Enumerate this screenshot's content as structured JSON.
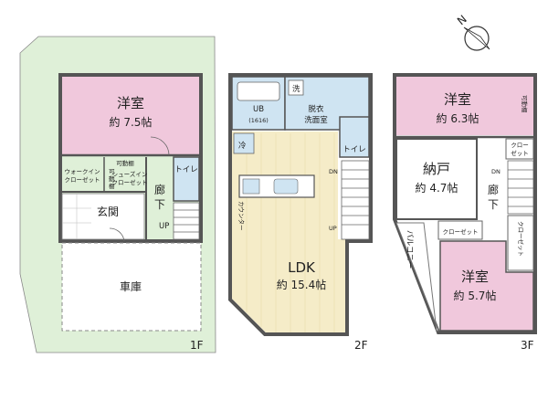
{
  "colors": {
    "western_room": "#f0c8dc",
    "ldk": "#f5ecc8",
    "wet_area": "#cfe4f2",
    "lot": "#dff0d8",
    "wall": "#555555"
  },
  "compass": {
    "label": "N"
  },
  "floors": [
    {
      "label": "1F",
      "rooms": {
        "western": {
          "name": "洋室",
          "size": "約 7.5帖"
        },
        "walkin": {
          "line1": "ウォークイン",
          "line2": "クローゼット"
        },
        "movable_shelf": "可動棚",
        "movable_shelf_small": [
          "可",
          "動",
          "棚"
        ],
        "shoe_closet": {
          "line1": "シューズイン",
          "line2": "クローゼット"
        },
        "entrance": "玄関",
        "toilet": "トイレ",
        "hallway": [
          "廊",
          "下"
        ],
        "up": "UP",
        "garage": "車庫"
      }
    },
    {
      "label": "2F",
      "rooms": {
        "bath": {
          "name": "UB",
          "size": "(1616)"
        },
        "washer": "洗",
        "dressing": {
          "line1": "脱衣",
          "line2": "洗面室"
        },
        "toilet": "トイレ",
        "fridge": "冷",
        "dn": "DN",
        "up": "UP",
        "counter": "カウンター",
        "ldk": {
          "name": "LDK",
          "size": "約 15.4帖"
        }
      }
    },
    {
      "label": "3F",
      "rooms": {
        "western_a": {
          "name": "洋室",
          "size": "約 6.3帖"
        },
        "movable_shelf": "可動棚",
        "closet_a": {
          "line1": "クロー",
          "line2": "ゼット"
        },
        "storage": {
          "name": "納戸",
          "size": "約 4.7帖"
        },
        "dn": "DN",
        "hallway": [
          "廊",
          "下"
        ],
        "closet_b": "クローゼット",
        "closet_c": "クローゼット",
        "balcony": "バルコニー",
        "western_b": {
          "name": "洋室",
          "size": "約 5.7帖"
        }
      }
    }
  ]
}
